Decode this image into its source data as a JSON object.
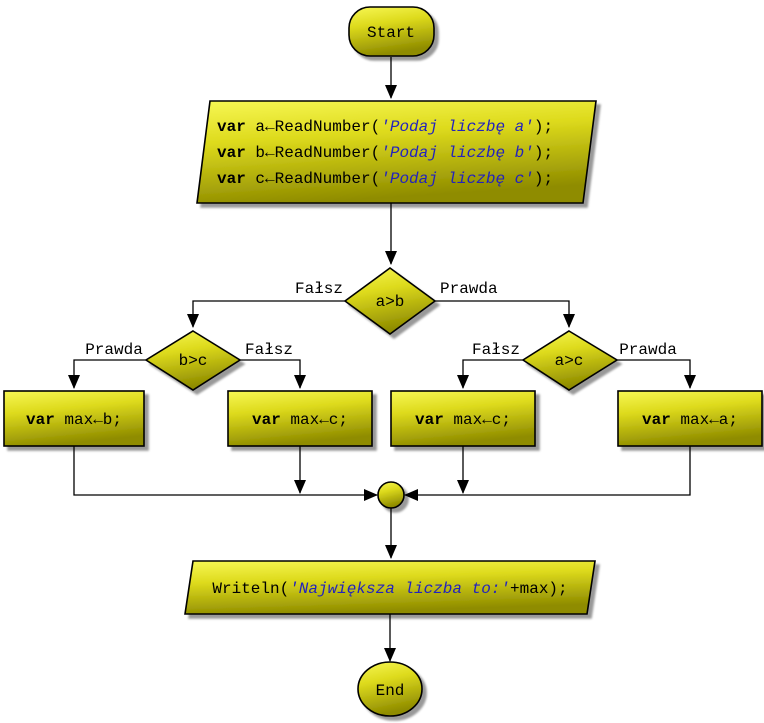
{
  "flowchart": {
    "colors": {
      "node_fill_top": "#f7f754",
      "node_fill_mid": "#ddda1c",
      "node_fill_bottom": "#8f8c00",
      "outline": "#000000",
      "string_text": "#2323bd"
    },
    "nodes": {
      "start": {
        "label": "Start"
      },
      "input": {
        "lines": [
          {
            "keyword": "var",
            "code": " a←ReadNumber(",
            "string": "'Podaj liczbę a'",
            "tail": ");"
          },
          {
            "keyword": "var",
            "code": " b←ReadNumber(",
            "string": "'Podaj liczbę b'",
            "tail": ");"
          },
          {
            "keyword": "var",
            "code": " c←ReadNumber(",
            "string": "'Podaj liczbę c'",
            "tail": ");"
          }
        ]
      },
      "decision_ab": {
        "label": "a>b"
      },
      "decision_bc": {
        "label": "b>c"
      },
      "decision_ac": {
        "label": "a>c"
      },
      "assign_max_b": {
        "keyword": "var",
        "code": " max←b;"
      },
      "assign_max_c_left": {
        "keyword": "var",
        "code": " max←c;"
      },
      "assign_max_c_right": {
        "keyword": "var",
        "code": " max←c;"
      },
      "assign_max_a": {
        "keyword": "var",
        "code": " max←a;"
      },
      "output": {
        "prefix": "Writeln(",
        "string": "'Największa liczba to:'",
        "suffix": "+max);"
      },
      "end": {
        "label": "End"
      }
    },
    "edge_labels": {
      "ab_false": "Fałsz",
      "ab_true": "Prawda",
      "bc_true": "Prawda",
      "bc_false": "Fałsz",
      "ac_false": "Fałsz",
      "ac_true": "Prawda"
    }
  }
}
